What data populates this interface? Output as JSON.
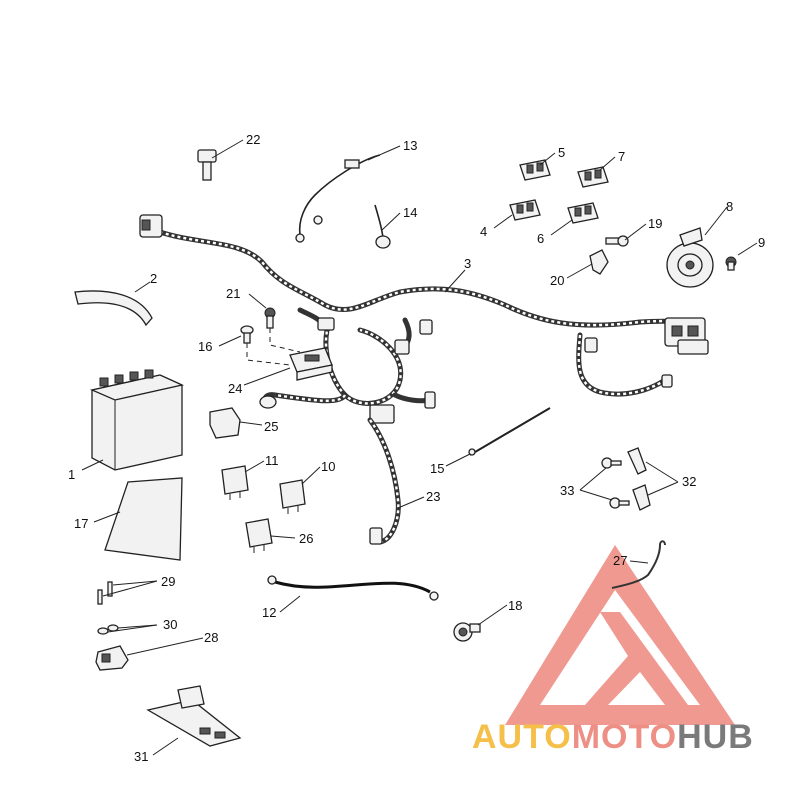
{
  "callouts": [
    {
      "id": "c1",
      "label": "1"
    },
    {
      "id": "c2",
      "label": "2"
    },
    {
      "id": "c3",
      "label": "3"
    },
    {
      "id": "c4",
      "label": "4"
    },
    {
      "id": "c5",
      "label": "5"
    },
    {
      "id": "c6",
      "label": "6"
    },
    {
      "id": "c7",
      "label": "7"
    },
    {
      "id": "c8",
      "label": "8"
    },
    {
      "id": "c9",
      "label": "9"
    },
    {
      "id": "c10",
      "label": "10"
    },
    {
      "id": "c11",
      "label": "11"
    },
    {
      "id": "c12",
      "label": "12"
    },
    {
      "id": "c13",
      "label": "13"
    },
    {
      "id": "c14",
      "label": "14"
    },
    {
      "id": "c15",
      "label": "15"
    },
    {
      "id": "c16",
      "label": "16"
    },
    {
      "id": "c17",
      "label": "17"
    },
    {
      "id": "c18",
      "label": "18"
    },
    {
      "id": "c19",
      "label": "19"
    },
    {
      "id": "c20",
      "label": "20"
    },
    {
      "id": "c21",
      "label": "21"
    },
    {
      "id": "c22",
      "label": "22"
    },
    {
      "id": "c23",
      "label": "23"
    },
    {
      "id": "c24",
      "label": "24"
    },
    {
      "id": "c25",
      "label": "25"
    },
    {
      "id": "c26",
      "label": "26"
    },
    {
      "id": "c27",
      "label": "27"
    },
    {
      "id": "c28",
      "label": "28"
    },
    {
      "id": "c29",
      "label": "29"
    },
    {
      "id": "c30",
      "label": "30"
    },
    {
      "id": "c31",
      "label": "31"
    },
    {
      "id": "c32",
      "label": "32"
    },
    {
      "id": "c33",
      "label": "33"
    }
  ],
  "watermark": {
    "word_auto": "AUTO",
    "word_moto": "MOTO",
    "word_hub": "HUB",
    "color_auto": "#f5c04a",
    "color_moto": "#ee8f86",
    "color_hub": "#7a7a7a",
    "color_logo": "#ee8f86"
  }
}
